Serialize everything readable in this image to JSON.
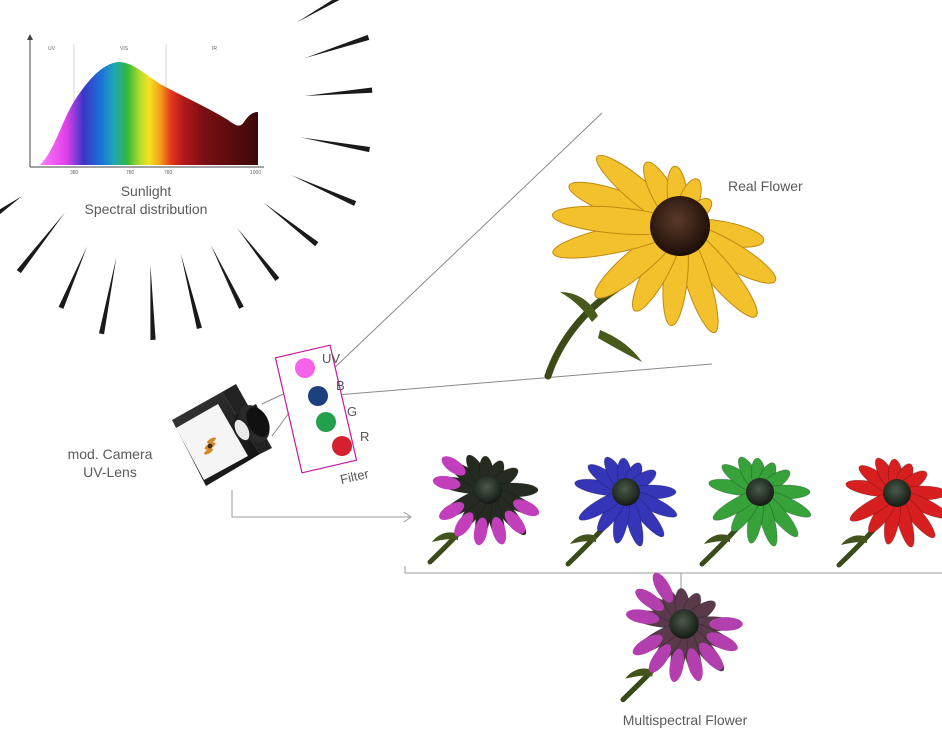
{
  "sunlight": {
    "title": "Sunlight",
    "subtitle": "Spectral distribution",
    "band_labels": [
      "UV",
      "VIS",
      "IR"
    ],
    "x_ticks": [
      "380",
      "780",
      "780",
      "1000"
    ]
  },
  "real_flower": {
    "label": "Real Flower",
    "petal_color": "#f2c12c",
    "center_color": "#3a1e12"
  },
  "camera": {
    "line1": "mod. Camera",
    "line2": "UV-Lens"
  },
  "filter": {
    "label": "Filter",
    "channels": [
      {
        "label": "UV",
        "color": "#f463e8"
      },
      {
        "label": "B",
        "color": "#1c3f7e"
      },
      {
        "label": "G",
        "color": "#23a04c"
      },
      {
        "label": "R",
        "color": "#d4202f"
      }
    ]
  },
  "channel_flowers": [
    {
      "channel": "UV",
      "petal_color": "#c23fbc"
    },
    {
      "channel": "B",
      "petal_color": "#3535b8"
    },
    {
      "channel": "G",
      "petal_color": "#37a23a"
    },
    {
      "channel": "R",
      "petal_color": "#d81f1f"
    }
  ],
  "result": {
    "label": "Multispectral Flower",
    "petal_color": "#b33fae"
  }
}
